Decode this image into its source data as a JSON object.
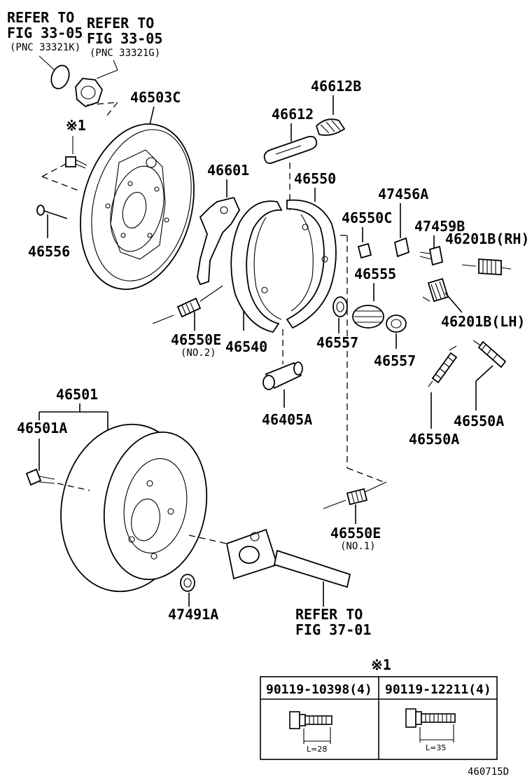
{
  "refs": {
    "top_left": [
      "REFER TO",
      "FIG 33-05",
      "(PNC 33321K)"
    ],
    "top_right": [
      "REFER TO",
      "FIG 33-05",
      "(PNC 33321G)"
    ],
    "bottom": [
      "REFER TO",
      "FIG 37-01"
    ]
  },
  "labels": {
    "p46503C": "46503C",
    "note1": "※1",
    "p46556": "46556",
    "p46612B": "46612B",
    "p46612": "46612",
    "p46601": "46601",
    "p46550": "46550",
    "p47456A": "47456A",
    "p46550C": "46550C",
    "p47459B": "47459B",
    "p46201B_RH": "46201B(RH)",
    "p46555": "46555",
    "p46201B_LH": "46201B(LH)",
    "p46550E_2": "46550E",
    "no2": "(NO.2)",
    "p46540": "46540",
    "p46557a": "46557",
    "p46557b": "46557",
    "p46405A": "46405A",
    "p46550A_a": "46550A",
    "p46550A_b": "46550A",
    "p46501": "46501",
    "p46501A": "46501A",
    "p46550E_1": "46550E",
    "no1": "(NO.1)",
    "p47491A": "47491A"
  },
  "table": {
    "note": "※1",
    "col1_header": "90119-10398(4)",
    "col2_header": "90119-12211(4)",
    "col1_len": "L=28",
    "col2_len": "L=35"
  },
  "figure_code": "460715D"
}
